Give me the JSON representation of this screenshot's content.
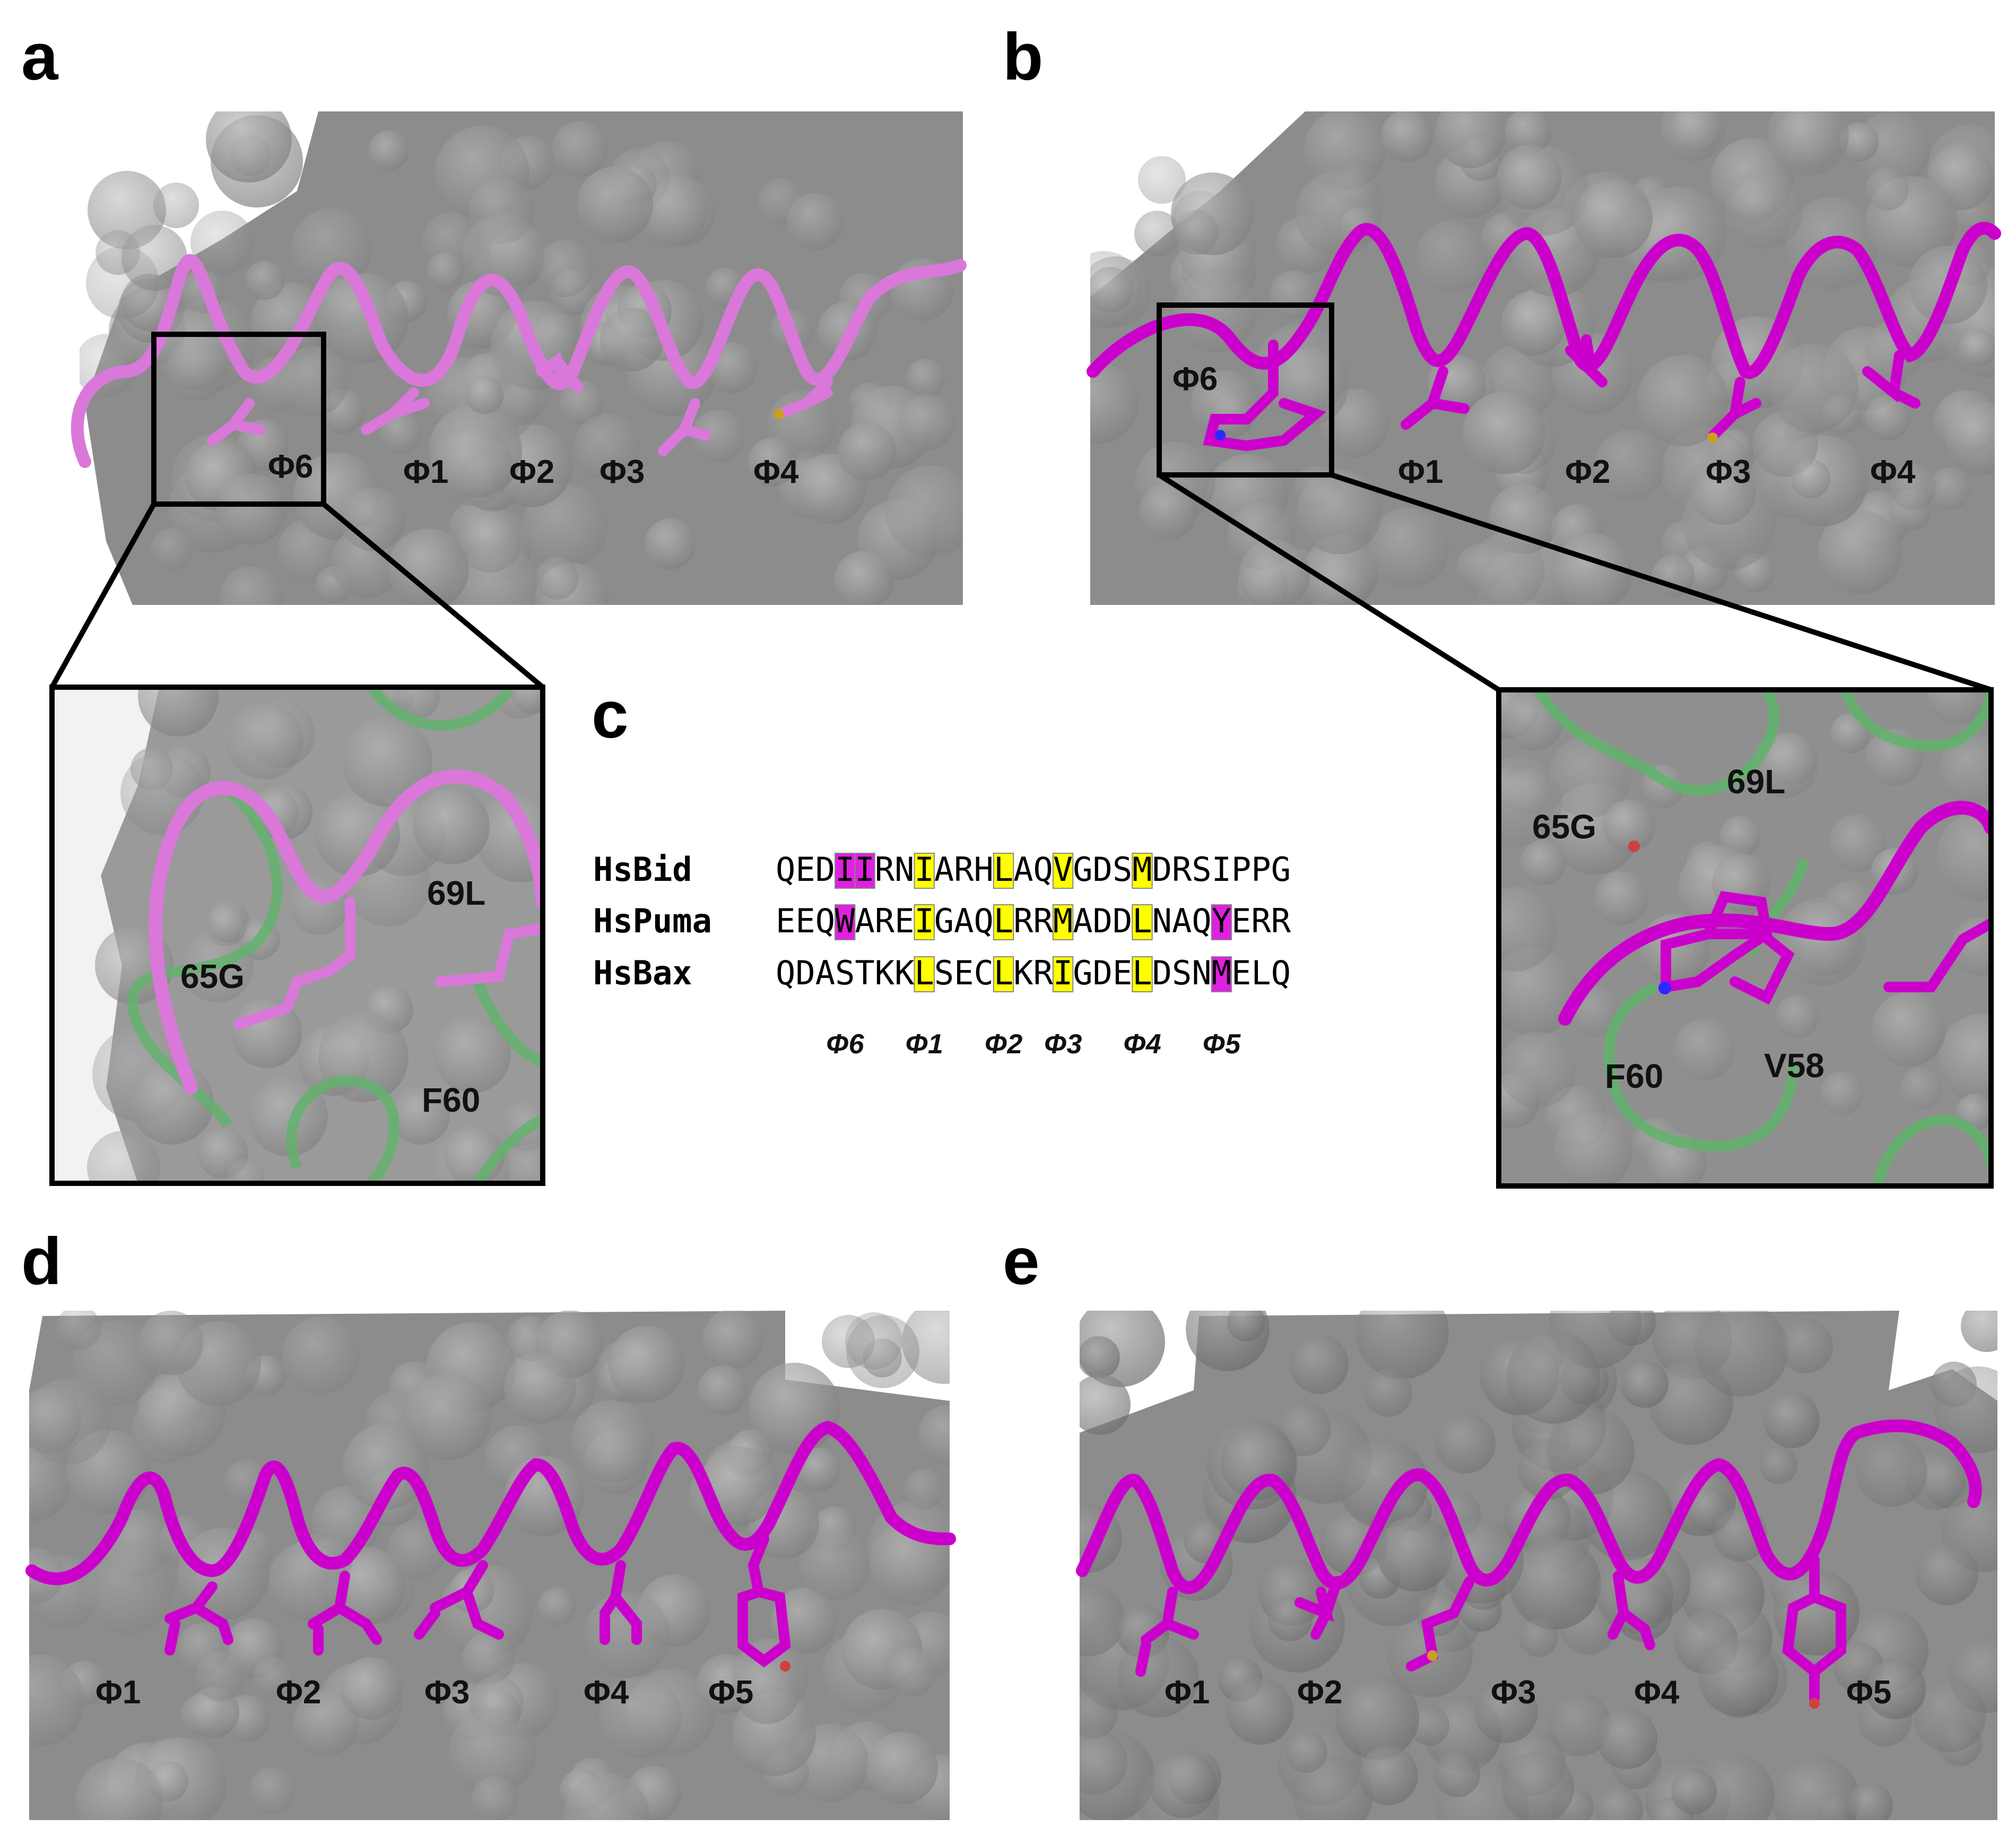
{
  "panels": {
    "a": {
      "label": "a",
      "markers": [
        "Φ6",
        "Φ1",
        "Φ2",
        "Φ3",
        "Φ4"
      ]
    },
    "b": {
      "label": "b",
      "markers": [
        "Φ6",
        "Φ1",
        "Φ2",
        "Φ3",
        "Φ4"
      ]
    },
    "c": {
      "label": "c"
    },
    "d": {
      "label": "d",
      "markers": [
        "Φ1",
        "Φ2",
        "Φ3",
        "Φ4",
        "Φ5"
      ]
    },
    "e": {
      "label": "e",
      "markers": [
        "Φ1",
        "Φ2",
        "Φ3",
        "Φ4",
        "Φ5"
      ]
    }
  },
  "inset_a": {
    "residues": [
      "65G",
      "69L",
      "F60"
    ]
  },
  "inset_b": {
    "residues": [
      "65G",
      "69L",
      "F60",
      "V58"
    ]
  },
  "alignment": {
    "rows": [
      {
        "name": "HsBid",
        "sequence": "QEDIIRNIARHLAQVGDSMDRSIPPG"
      },
      {
        "name": "HsPuma",
        "sequence": "EEQWAREIGAQLRRMADDLNAQYERR"
      },
      {
        "name": "HsBax",
        "sequence": "QDASTKKLSECLKRIGDELDSNMELQ"
      }
    ],
    "highlights": [
      {
        "row": 0,
        "cols": [
          3,
          4
        ],
        "color": "#e020e0"
      },
      {
        "row": 1,
        "cols": [
          3
        ],
        "color": "#e020e0"
      },
      {
        "row": 1,
        "cols": [
          22
        ],
        "color": "#e020e0"
      },
      {
        "row": 2,
        "cols": [
          22
        ],
        "color": "#e020e0"
      },
      {
        "row": 0,
        "cols": [
          7,
          11,
          14,
          18
        ],
        "color": "#ffff00"
      },
      {
        "row": 1,
        "cols": [
          7,
          11,
          14,
          18
        ],
        "color": "#ffff00"
      },
      {
        "row": 2,
        "cols": [
          7,
          11,
          14,
          18
        ],
        "color": "#ffff00"
      }
    ],
    "positions": [
      {
        "label": "Φ6",
        "col": 3
      },
      {
        "label": "Φ1",
        "col": 7
      },
      {
        "label": "Φ2",
        "col": 11
      },
      {
        "label": "Φ3",
        "col": 14
      },
      {
        "label": "Φ4",
        "col": 18
      },
      {
        "label": "Φ5",
        "col": 22
      }
    ]
  },
  "colors": {
    "surface": "#8e8e8e",
    "helix_light": "#d978d9",
    "helix_dark": "#cc00cc",
    "green_ribbon": "#5fb46a",
    "highlight_magenta": "#e020e0",
    "highlight_yellow": "#ffff00"
  }
}
